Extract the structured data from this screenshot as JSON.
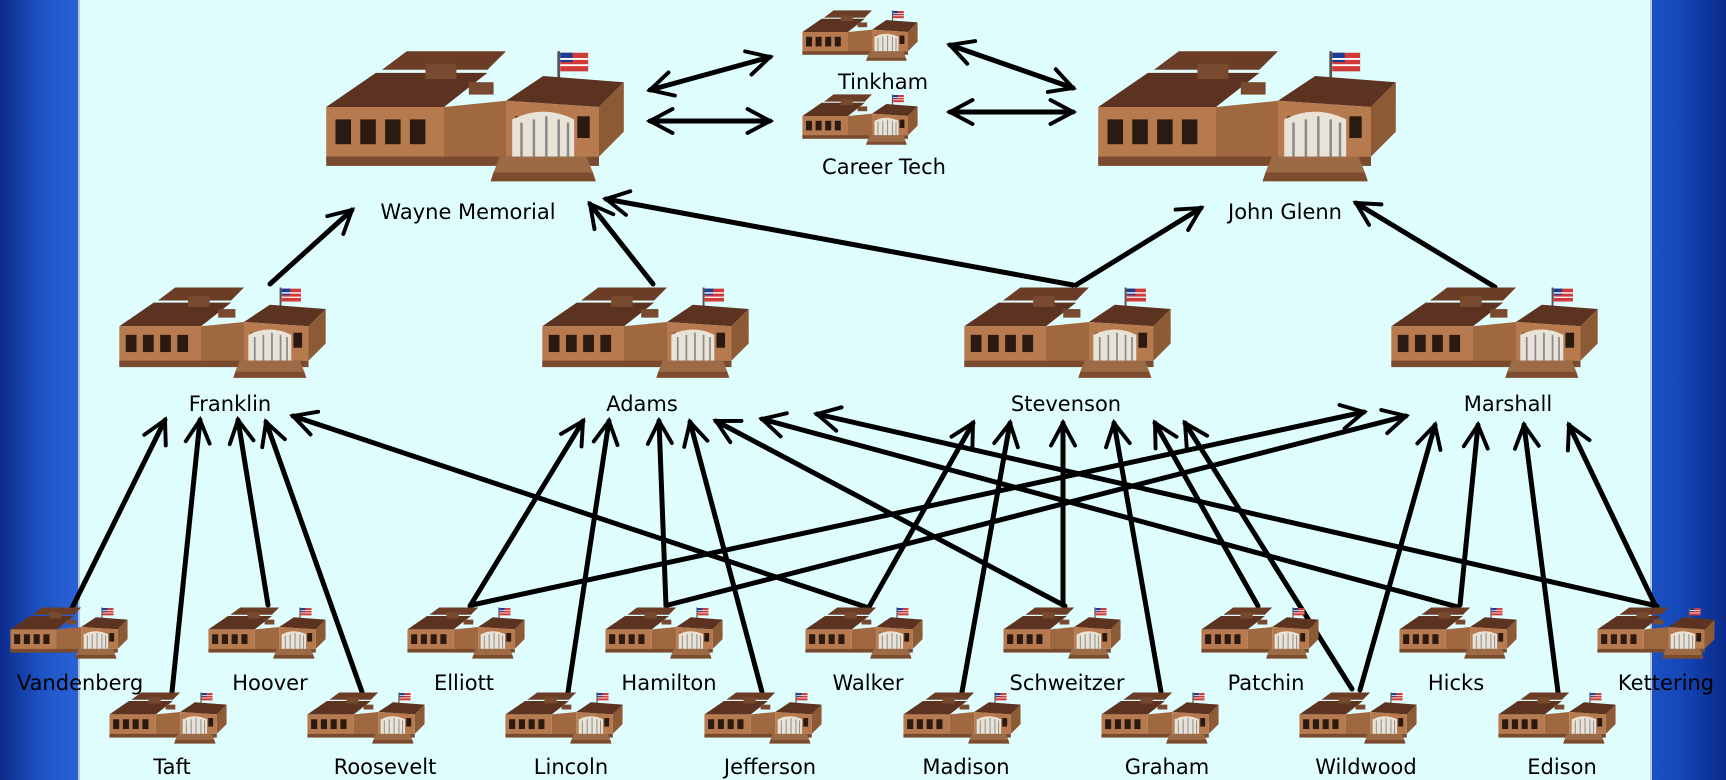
{
  "diagram": {
    "top": {
      "wayne": "Wayne Memorial",
      "glenn": "John Glenn",
      "tinkham": "Tinkham",
      "career": "Career Tech"
    },
    "middle": {
      "franklin": "Franklin",
      "adams": "Adams",
      "stevenson": "Stevenson",
      "marshall": "Marshall"
    },
    "elementary": {
      "vandenberg": "Vandenberg",
      "hoover": "Hoover",
      "elliott": "Elliott",
      "hamilton": "Hamilton",
      "walker": "Walker",
      "schweitzer": "Schweitzer",
      "patchin": "Patchin",
      "hicks": "Hicks",
      "kettering": "Kettering",
      "taft": "Taft",
      "roosevelt": "Roosevelt",
      "lincoln": "Lincoln",
      "jefferson": "Jefferson",
      "madison": "Madison",
      "graham": "Graham",
      "wildwood": "Wildwood",
      "edison": "Edison"
    },
    "icon": "school-building-icon"
  }
}
